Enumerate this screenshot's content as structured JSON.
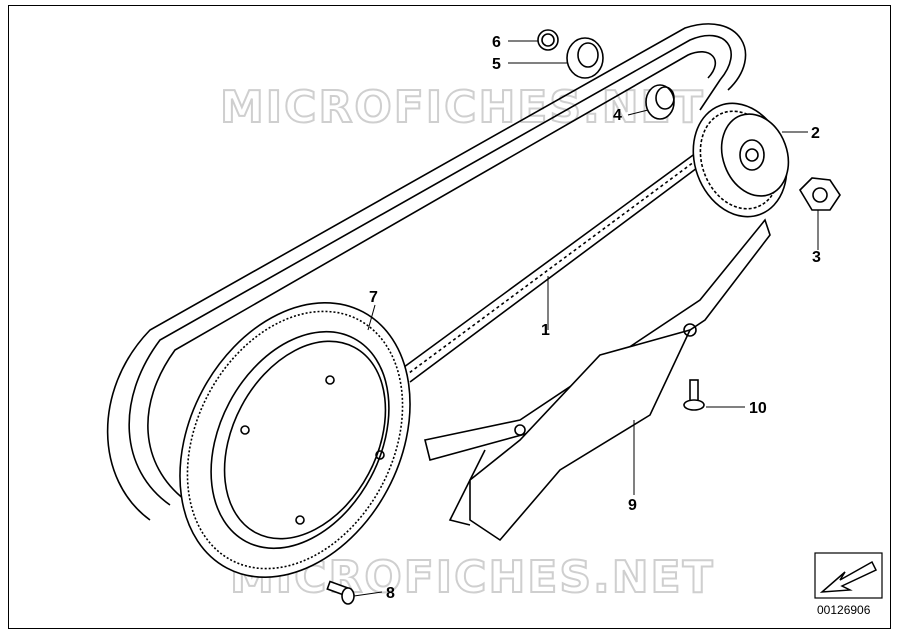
{
  "watermark": {
    "top": "MICROFICHES.NET",
    "bottom": "MICROFICHES.NET"
  },
  "callouts": [
    {
      "id": "1",
      "label": "1"
    },
    {
      "id": "2",
      "label": "2"
    },
    {
      "id": "3",
      "label": "3"
    },
    {
      "id": "4",
      "label": "4"
    },
    {
      "id": "5",
      "label": "5"
    },
    {
      "id": "6",
      "label": "6"
    },
    {
      "id": "7",
      "label": "7"
    },
    {
      "id": "8",
      "label": "8"
    },
    {
      "id": "9",
      "label": "9"
    },
    {
      "id": "10",
      "label": "10"
    }
  ],
  "catalog_number": "00126906",
  "icons": {
    "direction": "arrow-down-left-icon"
  }
}
